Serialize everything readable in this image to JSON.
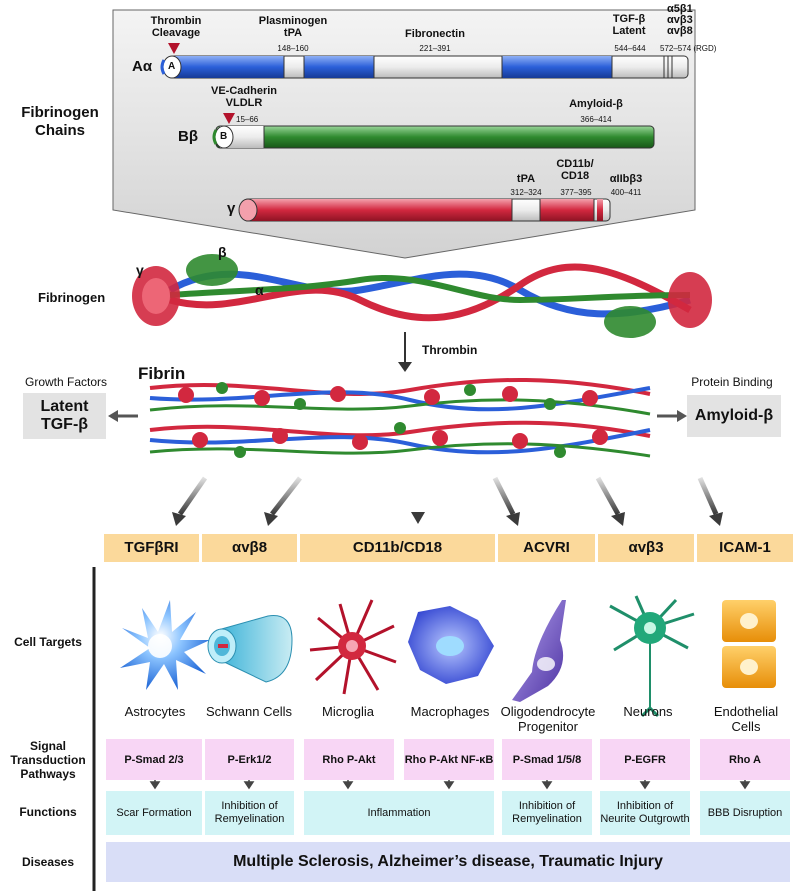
{
  "chains": {
    "section_label": "Fibrinogen Chains",
    "a_alpha": {
      "label": "Aα",
      "end_letter": "A",
      "thrombin_cleavage": "Thrombin Cleavage",
      "plasminogen_tpa": "Plasminogen tPA",
      "plasminogen_range": "148–160",
      "fibronectin": "Fibronectin",
      "fibronectin_range": "221–391",
      "tgf_latent": "TGF-β Latent",
      "tgf_range": "544–644",
      "integrins": "α5β1 αvβ3 αvβ8",
      "rgd_range": "572–574 (RGD)"
    },
    "b_beta": {
      "label": "Bβ",
      "end_letter": "B",
      "ve_cadherin": "VE-Cadherin VLDLR",
      "ve_range": "15–66",
      "amyloid": "Amyloid-β",
      "amyloid_range": "366–414"
    },
    "gamma": {
      "label": "γ",
      "tpa": "tPA",
      "tpa_range": "312–324",
      "cd11b": "CD11b/ CD18",
      "cd11b_range": "377–395",
      "aiib": "αIIbβ3",
      "aiib_range": "400–411"
    }
  },
  "structure": {
    "fibrinogen_label": "Fibrinogen",
    "gamma_label": "γ",
    "beta_label": "β",
    "alpha_label": "α",
    "thrombin_label": "Thrombin",
    "fibrin_label": "Fibrin"
  },
  "side": {
    "growth_factors": "Growth Factors",
    "latent_tgf": "Latent TGF-β",
    "protein_binding": "Protein Binding",
    "amyloid": "Amyloid-β"
  },
  "receptors": [
    "TGFβRI",
    "αvβ8",
    "CD11b/CD18",
    "ACVRI",
    "αvβ3",
    "ICAM-1"
  ],
  "row_labels": {
    "cell_targets": "Cell Targets",
    "signal": "Signal Transduction Pathways",
    "functions": "Functions",
    "diseases": "Diseases"
  },
  "cells": [
    "Astrocytes",
    "Schwann Cells",
    "Microglia",
    "Macrophages",
    "Oligodendrocyte Progenitor",
    "Neurons",
    "Endothelial Cells"
  ],
  "pathways": [
    "P-Smad 2/3",
    "P-Erk1/2",
    "Rho P-Akt",
    "Rho P-Akt NF-κB",
    "P-Smad 1/5/8",
    "P-EGFR",
    "Rho A"
  ],
  "functions": [
    "Scar Formation",
    "Inhibition of Remyelination",
    "Inflammation",
    "Inhibition of Remyelination",
    "Inhibition of Neurite Outgrowth",
    "BBB Disruption"
  ],
  "diseases": "Multiple Sclerosis, Alzheimer’s disease, Traumatic Injury",
  "colors": {
    "alpha_chain": "#2b5fd9",
    "beta_chain": "#2f8a2f",
    "gamma_chain": "#d2283f",
    "receptor_bg": "#fbd99b",
    "pathway_bg": "#f8d6f5",
    "function_bg": "#d2f4f6",
    "disease_bg": "#d9def7"
  }
}
